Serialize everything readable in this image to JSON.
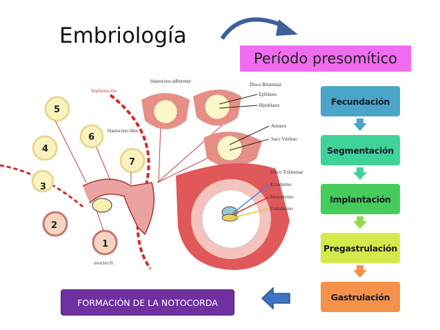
{
  "title": "Embriología",
  "subtitle": "Período presomítico",
  "colors": {
    "subtitle_bg": "#f06cf0",
    "notocorda_bg": "#7030a0",
    "arrow_blue": "#3e74c0"
  },
  "flow": [
    {
      "label": "Fecundación",
      "color": "#4aa6c8"
    },
    {
      "label": "Segmentación",
      "color": "#3fd39a"
    },
    {
      "label": "Implantación",
      "color": "#45cc5a"
    },
    {
      "label": "Pregastrulación",
      "color": "#d5ea4a"
    },
    {
      "label": "Gastrulación",
      "color": "#f4924a"
    }
  ],
  "next_button": "FORMACIÓN DE LA NOTOCORDA",
  "diagram": {
    "implantacion": "Implantación",
    "blastocisto_adherente": "blastocisto adherente",
    "blastocisto_libre": "blastocisto libre",
    "ovocito": "ovocito II",
    "disco_bilaminar": "Disco Bilaminar",
    "epiblasto": "Epiblasto",
    "hipoblasto": "Hipoblasto",
    "amnios": "Amnios",
    "saco_vitelino": "Saco Vitelino",
    "disco_trilaminar": "Disco Trilaminar",
    "ectodermo": "Ectodermo",
    "mesodermo": "Mesodermo",
    "endodermo": "Endodermo",
    "stages": [
      "1",
      "2",
      "3",
      "4",
      "5",
      "6",
      "7"
    ]
  }
}
